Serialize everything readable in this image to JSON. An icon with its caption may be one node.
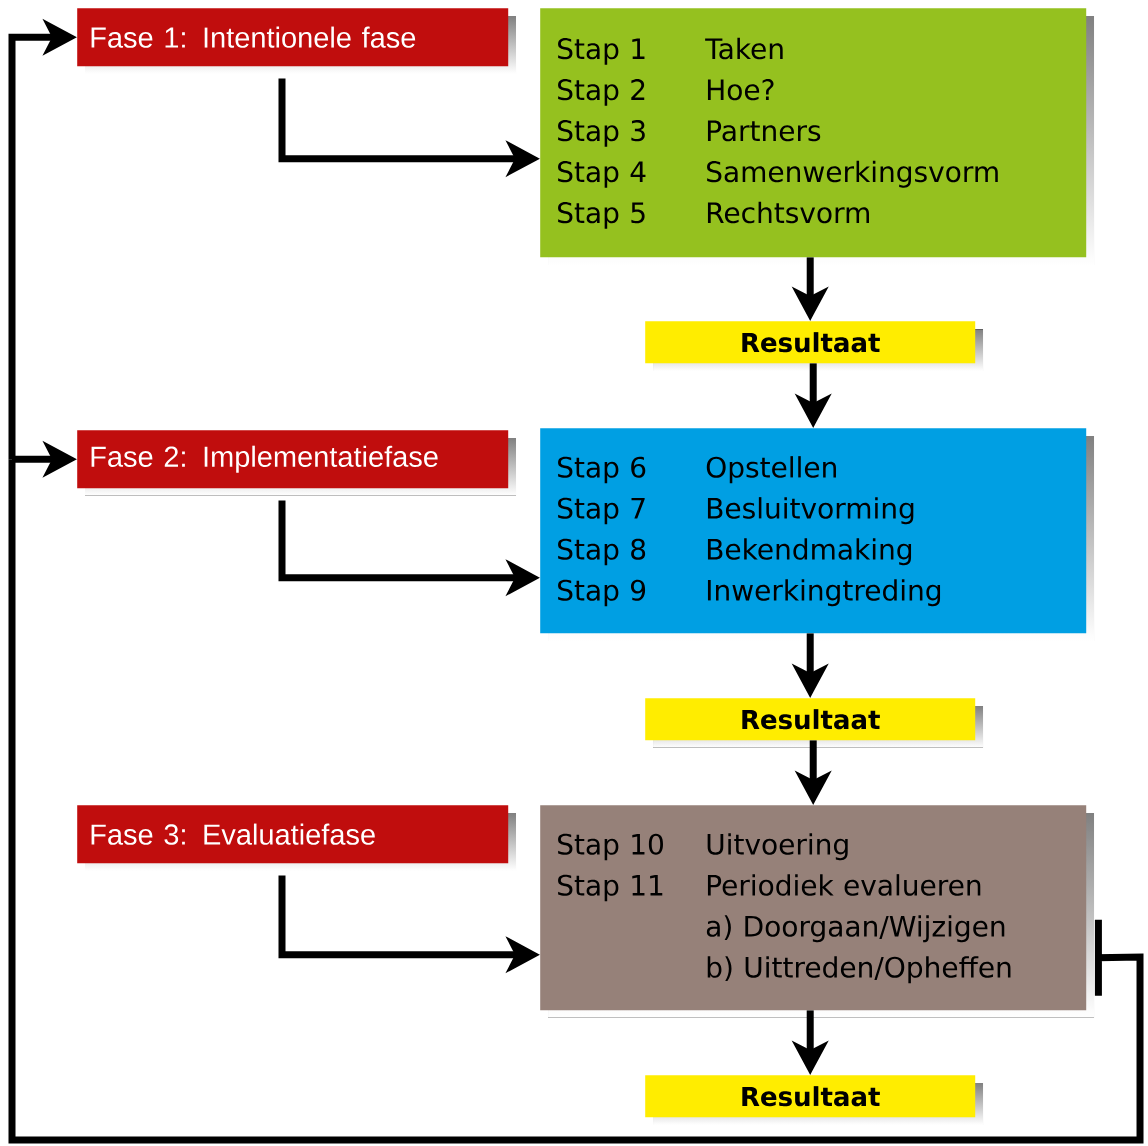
{
  "diagram": {
    "nodes": [
      {
        "text": [
          "Fase 1: Intentionele fase"
        ]
      },
      {
        "text": [
          "Stap 1",
          "Taken",
          "Stap 2",
          "Hoe?",
          "Stap 3",
          "Partners",
          "Stap 4",
          "Samenwerkingsvorm",
          "Stap 5",
          "Rechtsvorm"
        ]
      },
      {
        "text": [
          "Resultaat"
        ]
      },
      {
        "text": [
          "Fase 2: Implementatiefase"
        ]
      },
      {
        "text": [
          "Stap 6",
          "Opstellen",
          "Stap 7",
          "Besluitvorming",
          "Stap 8",
          "Bekendmaking",
          "Stap 9",
          "Inwerkingtreding"
        ]
      },
      {
        "text": [
          "Resultaat"
        ]
      },
      {
        "text": [
          "Fase 3: Evaluatiefase"
        ]
      },
      {
        "text": [
          "Stap 10",
          "Uitvoering",
          "Stap 11",
          "Periodiek evalueren",
          "a)  Doorgaan/Wijzigen",
          "b)  Uittreden/Opheffen"
        ]
      },
      {
        "text": [
          "Resultaat"
        ]
      }
    ],
    "edges": [
      {
        "from": 0,
        "to": 1,
        "arrow": "to"
      },
      {
        "from": 1,
        "to": 2,
        "arrow": "to"
      },
      {
        "from": 2,
        "to": 4,
        "arrow": "to"
      },
      {
        "from": 3,
        "to": 4,
        "arrow": "to"
      },
      {
        "from": 4,
        "to": 5,
        "arrow": "to"
      },
      {
        "from": 5,
        "to": 7,
        "arrow": "to"
      },
      {
        "from": 6,
        "to": 7,
        "arrow": "to"
      },
      {
        "from": 7,
        "to": 8,
        "arrow": "to"
      },
      {
        "from": 7,
        "to": 0,
        "arrow": "to"
      },
      {
        "from": 7,
        "to": 3,
        "arrow": "to"
      }
    ]
  }
}
